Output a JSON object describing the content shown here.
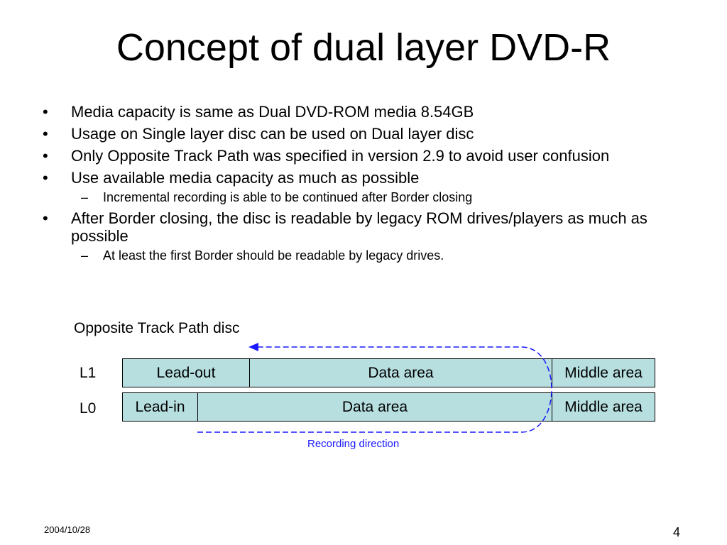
{
  "title": "Concept of dual layer DVD-R",
  "bullet_symbol": "•",
  "dash_symbol": "–",
  "bullets": [
    "Media capacity is same as Dual DVD-ROM media 8.54GB",
    "Usage on Single layer disc can be used on Dual layer disc",
    "Only Opposite Track Path was specified in version 2.9 to avoid user confusion",
    "Use available media capacity as much as possible",
    "Incremental recording is able to be continued after Border closing",
    "After Border closing, the disc is readable by legacy ROM drives/players as much as possible",
    "At least the first Border should be readable by legacy drives."
  ],
  "diagram": {
    "title": "Opposite Track Path disc",
    "layers": {
      "l1": {
        "label": "L1",
        "segments": [
          "Lead-out",
          "Data area",
          "Middle area"
        ]
      },
      "l0": {
        "label": "L0",
        "segments": [
          "Lead-in",
          "Data area",
          "Middle area"
        ]
      }
    },
    "recording_direction_label": "Recording direction",
    "fill_color": "#b7dfe0",
    "arrow_color": "#1a1aff"
  },
  "footer": {
    "date": "2004/10/28",
    "page": "4"
  }
}
